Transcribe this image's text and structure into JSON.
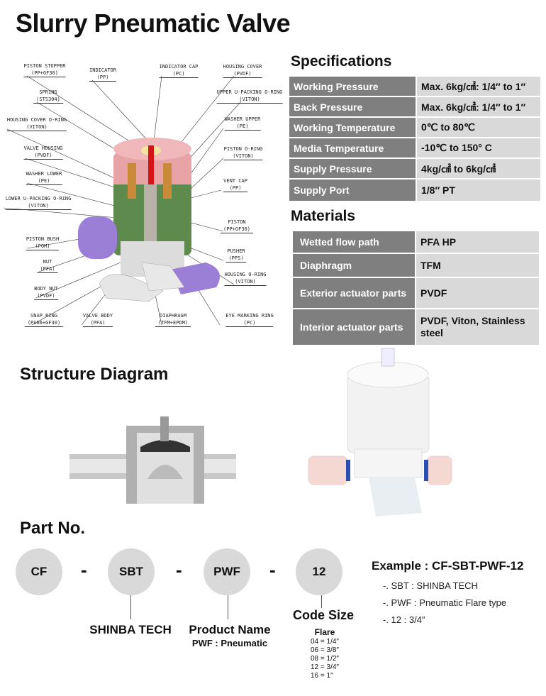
{
  "title": "Slurry Pneumatic Valve",
  "diagram_labels": {
    "piston_stopper": [
      "PISTON STOPPER",
      "(PP+GF30)"
    ],
    "indicator": [
      "INDICATOR",
      "(PP)"
    ],
    "spring": [
      "SPRING",
      "(STS304)"
    ],
    "housing_cover_oring": [
      "HOUSING COVER O-RING",
      "(VITON)"
    ],
    "valve_housing": [
      "VALVE HOUSING",
      "(PVDF)"
    ],
    "washer_lower": [
      "WASHER LOWER",
      "(PE)"
    ],
    "lower_upacking": [
      "LOWER U-PACKING O-RING",
      "(VITON)"
    ],
    "piston_bush": [
      "PISTON BUSH",
      "(POM)"
    ],
    "nut": [
      "NUT",
      "(PFA)"
    ],
    "body_nut": [
      "BODY NUT",
      "(PVDF)"
    ],
    "snap_ring": [
      "SNAP RING",
      "(PA66+GF30)"
    ],
    "valve_body": [
      "VALVE BODY",
      "(PFA)"
    ],
    "indicator_cap": [
      "INDICATOR CAP",
      "(PC)"
    ],
    "housing_cover": [
      "HOUSING COVER",
      "(PVDF)"
    ],
    "upper_upacking": [
      "UPPER U-PACKING O-RING",
      "(VITON)"
    ],
    "washer_upper": [
      "WASHER UPPER",
      "(PE)"
    ],
    "piston_oring": [
      "PISTON O-RING",
      "(VITON)"
    ],
    "vent_cap": [
      "VENT CAP",
      "(PP)"
    ],
    "piston": [
      "PISTON",
      "(PP+GF30)"
    ],
    "pusher": [
      "PUSHER",
      "(PPS)"
    ],
    "housing_oring": [
      "HOUSING O-RING",
      "(VITON)"
    ],
    "diaphragm": [
      "DIAPHRAGM",
      "(TFM+EPDM)"
    ],
    "eye_marking_ring": [
      "EYE MARKING RING",
      "(PC)"
    ]
  },
  "specifications": {
    "heading": "Specifications",
    "rows": [
      [
        "Working Pressure",
        "Max. 6kg/㎠: 1/4″ to 1″"
      ],
      [
        "Back Pressure",
        "Max. 6kg/㎠: 1/4″ to 1″"
      ],
      [
        "Working Temperature",
        "0℃ to 80℃"
      ],
      [
        "Media Temperature",
        "-10℃ to 150° C"
      ],
      [
        "Supply Pressure",
        "4kg/㎠ to 6kg/㎠"
      ],
      [
        "Supply Port",
        "1/8″ PT"
      ]
    ]
  },
  "materials": {
    "heading": "Materials",
    "rows": [
      [
        "Wetted flow path",
        "PFA HP"
      ],
      [
        "Diaphragm",
        "TFM"
      ],
      [
        "Exterior actuator parts",
        "PVDF"
      ],
      [
        "Interior actuator parts",
        "PVDF, Viton, Stainless steel"
      ]
    ]
  },
  "structure_heading": "Structure Diagram",
  "part_no": {
    "heading": "Part No.",
    "codes": [
      "CF",
      "SBT",
      "PWF",
      "12"
    ],
    "separator": "-",
    "sbt_caption": "SHINBA TECH",
    "product_caption": "Product Name",
    "product_sub": "PWF : Pneumatic",
    "code_size": "Code Size",
    "flare_heading": "Flare",
    "flare": [
      "04 = 1/4″",
      "06 = 3/8″",
      "08 = 1/2″",
      "12 = 3/4″",
      "16 = 1″"
    ],
    "example_title": "Example : CF-SBT-PWF-12",
    "example_items": [
      "-. SBT : SHINBA TECH",
      "-. PWF : Pneumatic Flare type",
      "-. 12 : 3/4″"
    ]
  }
}
